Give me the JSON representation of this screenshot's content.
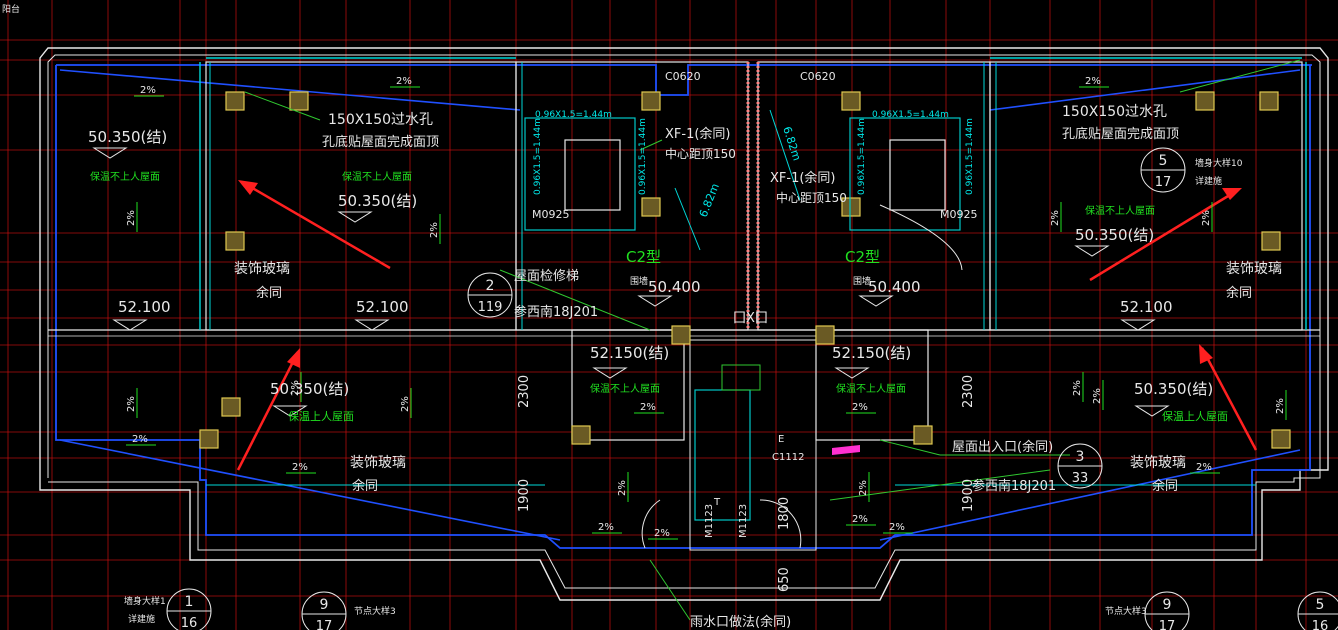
{
  "colors": {
    "background": "#000000",
    "grid": "#d01010",
    "wall": "#e8e8e8",
    "window": "#00d8d8",
    "column": "#e0c850",
    "column_fill": "#6a5a24",
    "parapet": "#2050ff",
    "leader": "#30c830",
    "annotation": "#20e020",
    "arrow": "#ff2020",
    "stair": "#00c8c8",
    "pink": "#ff30d0"
  },
  "slope_labels": [
    "2%",
    "2%",
    "2%",
    "2%",
    "2%",
    "2%",
    "2%",
    "2%",
    "2%",
    "2%",
    "2%",
    "2%",
    "2%",
    "2%",
    "2%",
    "2%",
    "2%",
    "2%",
    "2%",
    "2%",
    "2%",
    "2%",
    "2%",
    "2%"
  ],
  "labels": {
    "window_c0620_left": "C0620",
    "window_c0620_right": "C0620",
    "drain_hole_left_1": "150X150过水孔",
    "drain_hole_left_2": "孔底贴屋面完成面顶",
    "drain_hole_right_1": "150X150过水孔",
    "drain_hole_right_2": "孔底贴屋面完成面顶",
    "stair_dim_left_top": "0.96X1.5=1.44m",
    "stair_dim_left_side_a": "0.96X1.5=1.44m",
    "stair_dim_left_side_b": "0.96X1.5=1.44m",
    "stair_dim_right_top": "0.96X1.5=1.44m",
    "stair_dim_right_side_a": "0.96X1.5=1.44m",
    "stair_dim_right_side_b": "0.96X1.5=1.44m",
    "xf_left_1": "XF-1(余同)",
    "xf_left_2": "中心距顶150",
    "xf_right_1": "XF-1(余同)",
    "xf_right_2": "中心距顶150",
    "diag_left": "6.82m",
    "diag_right": "6.82m",
    "door_m0925_left": "M0925",
    "door_m0925_right": "M0925",
    "type_c2_left": "C2型",
    "type_c2_right": "C2型",
    "small_left": "围墙",
    "small_right": "围墙",
    "elev_50400_left": "50.400",
    "elev_50400_right": "50.400",
    "elev_50350_tl": "50.350(结)",
    "elev_50350_tc": "50.350(结)",
    "elev_50350_tr": "50.350(结)",
    "elev_50350_ml": "50.350(结)",
    "elev_50350_mr": "50.350(结)",
    "elev_52100_a": "52.100",
    "elev_52100_b": "52.100",
    "elev_52100_c": "52.100",
    "elev_52150_l": "52.150(结)",
    "elev_52150_r": "52.150(结)",
    "ins_tl": "保温不上人屋面",
    "ins_tc": "保温不上人屋面",
    "ins_tr": "保温不上人屋面",
    "ins_ml": "保温上人屋面",
    "ins_mr": "保温上人屋面",
    "ins_cl": "保温不上人屋面",
    "ins_cr": "保温不上人屋面",
    "deco_glass_1": "装饰玻璃",
    "same_1": "余同",
    "deco_glass_2": "装饰玻璃",
    "same_2": "余同",
    "deco_glass_3": "装饰玻璃",
    "same_3": "余同",
    "deco_glass_4": "装饰玻璃",
    "same_4": "余同",
    "roof_hatch": "屋面检修梯",
    "standard_left": "参西南18J201",
    "standard_right": "参西南18J201",
    "roof_exit": "屋面出入口(余同)",
    "rain_outlet": "雨水口做法(余同)",
    "wall_detail_tr": "墙身大样10",
    "wall_detail_tr_2": "详建施",
    "wall_detail_bl": "墙身大样1",
    "wall_detail_bl_2": "详建施",
    "node_detail_bl": "节点大样3",
    "node_detail_br": "节点大样3",
    "door_c1112": "C1112",
    "door_m1123_a": "M1123",
    "door_m1123_b": "M1123",
    "dim_2300_left": "2300",
    "dim_1900_left": "1900",
    "dim_2300_right": "2300",
    "dim_1900_right": "1900",
    "dim_1800": "1800",
    "dim_650": "650",
    "mark_t": "T",
    "mark_e": "E",
    "mark_shaft": "囗X囗",
    "tiny_topleft": "阳台"
  },
  "callouts": [
    {
      "top": "2",
      "bottom": "119"
    },
    {
      "top": "3",
      "bottom": "33"
    },
    {
      "top": "5",
      "bottom": "17"
    },
    {
      "top": "1",
      "bottom": "16"
    },
    {
      "top": "9",
      "bottom": "17"
    },
    {
      "top": "9",
      "bottom": "17"
    },
    {
      "top": "5",
      "bottom": "16"
    }
  ]
}
